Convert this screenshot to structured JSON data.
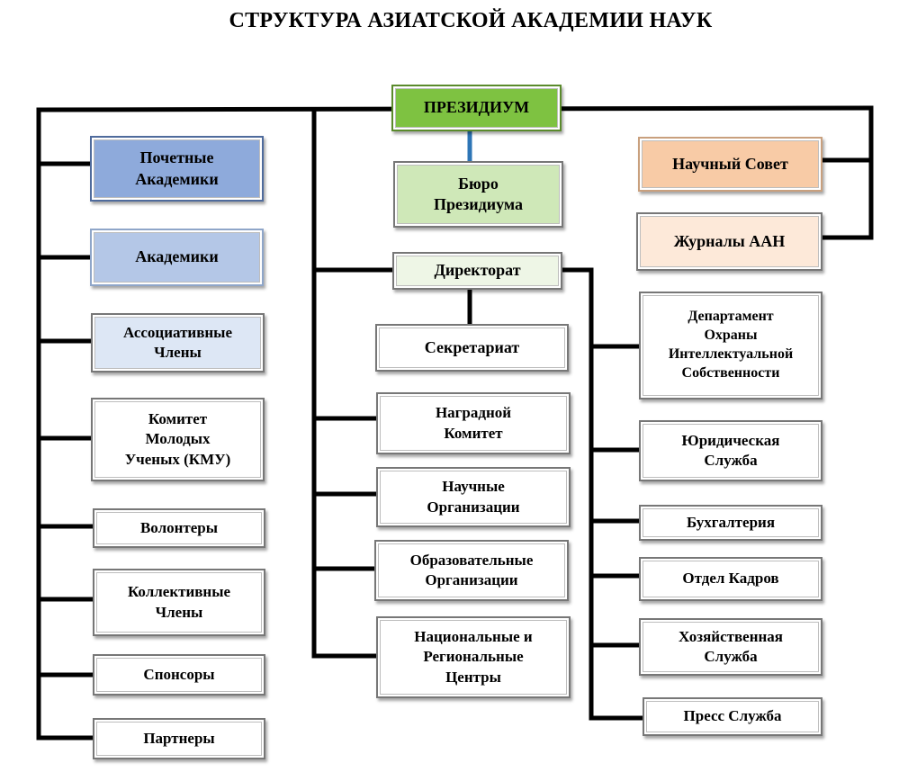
{
  "title": "СТРУКТУРА АЗИАТСКОЙ АКАДЕМИИ НАУК",
  "colors": {
    "presidium": "#7ec241",
    "bureau": "#cfe8b8",
    "directorate": "#eef6e6",
    "honorary": "#8eaadb",
    "academics": "#b4c7e7",
    "associate": "#dde7f5",
    "council": "#f8cba6",
    "journals": "#fde9d9",
    "default": "#ffffff",
    "connector": "#000000",
    "presidium_link": "#2e75b6"
  },
  "top": {
    "presidium": "ПРЕЗИДИУМ",
    "bureau": "Бюро\nПрезидиума",
    "directorate": "Директорат"
  },
  "left": {
    "honorary": "Почетные\nАкадемики",
    "academics": "Академики",
    "associate": "Ассоциативные\nЧлены",
    "kmu": "Комитет\nМолодых\nУченых (КМУ)",
    "volunteers": "Волонтеры",
    "collective": "Коллективные\nЧлены",
    "sponsors": "Спонсоры",
    "partners": "Партнеры"
  },
  "center": {
    "secretariat": "Секретариат",
    "awards": "Наградной\nКомитет",
    "scientific_orgs": "Научные\nОрганизации",
    "educational_orgs": "Образовательные\nОрганизации",
    "centers": "Национальные и\nРегиональные\nЦентры"
  },
  "right": {
    "council": "Научный Совет",
    "journals": "Журналы ААН",
    "ip_department": "Департамент\nОхраны\nИнтеллектуальной\nСобственности",
    "legal": "Юридическая\nСлужба",
    "accounting": "Бухгалтерия",
    "hr": "Отдел Кадров",
    "maintenance": "Хозяйственная\nСлужба",
    "press": "Пресс Служба"
  }
}
